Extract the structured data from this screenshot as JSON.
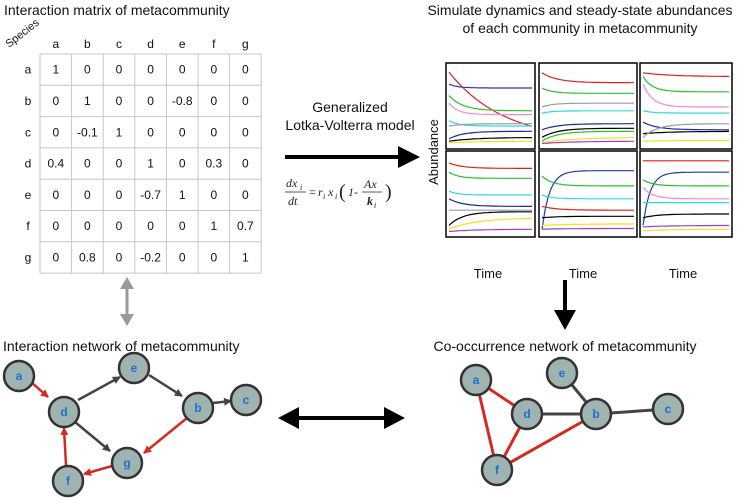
{
  "matrix": {
    "title": "Interaction matrix of metacommunity",
    "species_label": "Species",
    "species": [
      "a",
      "b",
      "c",
      "d",
      "e",
      "f",
      "g"
    ],
    "rows": [
      [
        "1",
        "0",
        "0",
        "0",
        "0",
        "0",
        "0"
      ],
      [
        "0",
        "1",
        "0",
        "0",
        "-0.8",
        "0",
        "0"
      ],
      [
        "0",
        "-0.1",
        "1",
        "0",
        "0",
        "0",
        "0"
      ],
      [
        "0.4",
        "0",
        "0",
        "1",
        "0",
        "0.3",
        "0"
      ],
      [
        "0",
        "0",
        "0",
        "-0.7",
        "1",
        "0",
        "0"
      ],
      [
        "0",
        "0",
        "0",
        "0",
        "0",
        "1",
        "0.7"
      ],
      [
        "0",
        "0.8",
        "0",
        "-0.2",
        "0",
        "0",
        "1"
      ]
    ]
  },
  "model": {
    "label_line1": "Generalized",
    "label_line2": "Lotka-Volterra model",
    "eq_lhs_num": "dx",
    "eq_lhs_sub": "i",
    "eq_lhs_den": "dt",
    "eq_eq": "=",
    "eq_r": "r",
    "eq_x": "x",
    "eq_i": "i",
    "eq_one": "1-",
    "eq_frac_num": "Ax",
    "eq_frac_den": "k",
    "eq_frac_sub": "i"
  },
  "simulation": {
    "title_line1": "Simulate dynamics and steady-state abundances",
    "title_line2": "of each community in metacommunity",
    "ylabel": "Abundance",
    "xlabel": "Time"
  },
  "interaction_network": {
    "title": "Interaction network of metacommunity",
    "nodes": [
      "a",
      "d",
      "e",
      "b",
      "c",
      "g",
      "f"
    ]
  },
  "cooccurrence_network": {
    "title": "Co-occurrence network of metacommunity",
    "nodes": [
      "a",
      "e",
      "d",
      "b",
      "c",
      "f"
    ]
  },
  "colors": {
    "node_fill": "#9fb3b0",
    "edge_dark": "#444444",
    "edge_red": "#d42a20",
    "node_label": "#1f6fd0"
  }
}
